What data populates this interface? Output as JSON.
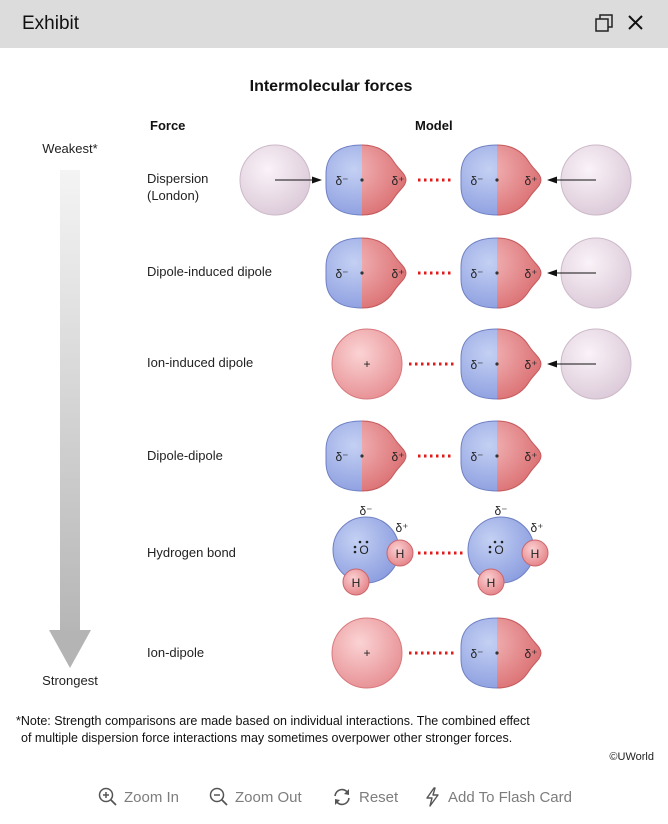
{
  "window": {
    "title": "Exhibit"
  },
  "figure": {
    "heading": "Intermolecular forces",
    "col_force": "Force",
    "col_model": "Model",
    "weakest": "Weakest*",
    "strongest": "Strongest",
    "delta_minus": "δ⁻",
    "delta_plus": "δ⁺",
    "plus": "+",
    "oxygen": "O",
    "hydrogen": "H",
    "rows": [
      {
        "label": "Dispersion\n(London)"
      },
      {
        "label": "Dipole-induced dipole"
      },
      {
        "label": "Ion-induced dipole"
      },
      {
        "label": "Dipole-dipole"
      },
      {
        "label": "Hydrogen bond"
      },
      {
        "label": "Ion-dipole"
      }
    ],
    "note_line1": "*Note: Strength comparisons are made based on individual interactions. The combined effect",
    "note_line2": "of multiple dispersion force interactions may sometimes overpower other stronger forces.",
    "copyright": "©UWorld"
  },
  "toolbar": {
    "zoom_in": "Zoom In",
    "zoom_out": "Zoom Out",
    "reset": "Reset",
    "flash_card": "Add To Flash Card"
  },
  "colors": {
    "titlebar_bg": "#dcdcdc",
    "dipole_blue": "#8b9ee0",
    "dipole_red": "#e0787a",
    "ion_red": "#f0a1a4",
    "induced_lilac": "#e9d9e6",
    "dots_red": "#e01b1b",
    "toolbar_grey": "#7d7d7d"
  }
}
